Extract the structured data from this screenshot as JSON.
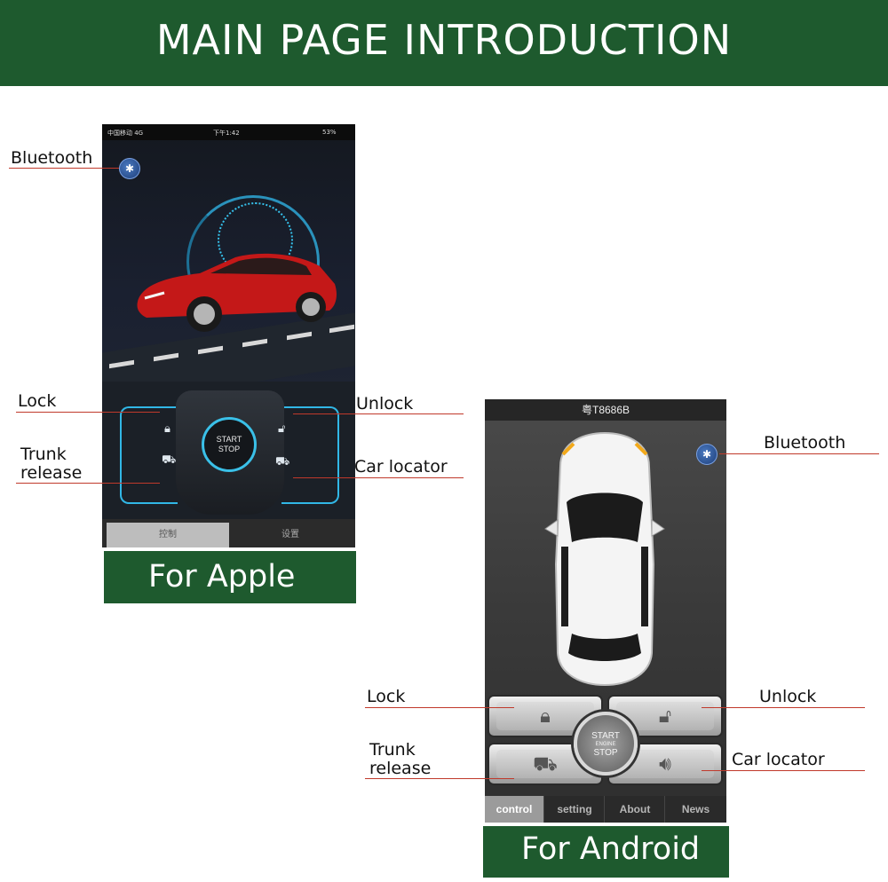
{
  "header": {
    "title": "MAIN PAGE INTRODUCTION"
  },
  "apple": {
    "footer": "For Apple",
    "status": {
      "carrier": "中国移动 4G",
      "time": "下午1:42",
      "battery": "53%"
    },
    "start_label_1": "START",
    "start_label_2": "STOP",
    "tabs": [
      {
        "label": "控制",
        "active": true
      },
      {
        "label": "设置",
        "active": false
      }
    ],
    "callouts": {
      "bluetooth": "Bluetooth",
      "lock": "Lock",
      "unlock": "Unlock",
      "trunk_1": "Trunk",
      "trunk_2": "release",
      "locator": "Car locator"
    }
  },
  "android": {
    "footer": "For Android",
    "title": "粤T8686B",
    "start_label_1": "START",
    "start_label_2": "ENGINE",
    "start_label_3": "STOP",
    "tabs": [
      {
        "label": "control",
        "active": true
      },
      {
        "label": "setting",
        "active": false
      },
      {
        "label": "About",
        "active": false
      },
      {
        "label": "News",
        "active": false
      }
    ],
    "callouts": {
      "bluetooth": "Bluetooth",
      "lock": "Lock",
      "unlock": "Unlock",
      "trunk_1": "Trunk",
      "trunk_2": "release",
      "locator": "Car locator"
    }
  },
  "icons": {
    "bluetooth": "bluetooth-icon",
    "lock": "lock-icon",
    "unlock": "unlock-icon",
    "trunk": "trunk-icon",
    "locator": "speaker-icon"
  },
  "colors": {
    "brand_green": "#1e5a2e",
    "callout_line": "#c0392b",
    "glow_blue": "#31b7e6"
  }
}
